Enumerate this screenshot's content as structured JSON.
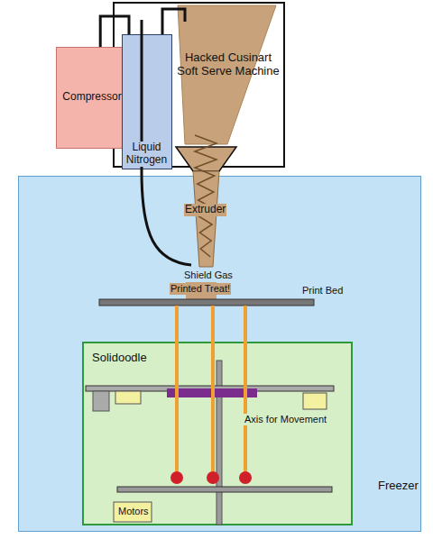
{
  "diagram": {
    "nodes": [
      {
        "text": [
          "Hacked Cusinart Soft Serve Machine"
        ]
      },
      {
        "text": [
          "Compressor"
        ]
      },
      {
        "text": [
          "Liquid Nitrogen"
        ]
      },
      {
        "text": [
          "Freezer"
        ]
      },
      {
        "text": [
          "Solidoodle"
        ],
        "in": 3
      }
    ],
    "edges": [
      {
        "from": 1,
        "to": 2,
        "arrow": "none"
      }
    ],
    "labels": [
      "Extruder",
      "Shield Gas",
      "Printed Treat!",
      "Print Bed",
      "Axis for Movement",
      "Motors"
    ]
  }
}
